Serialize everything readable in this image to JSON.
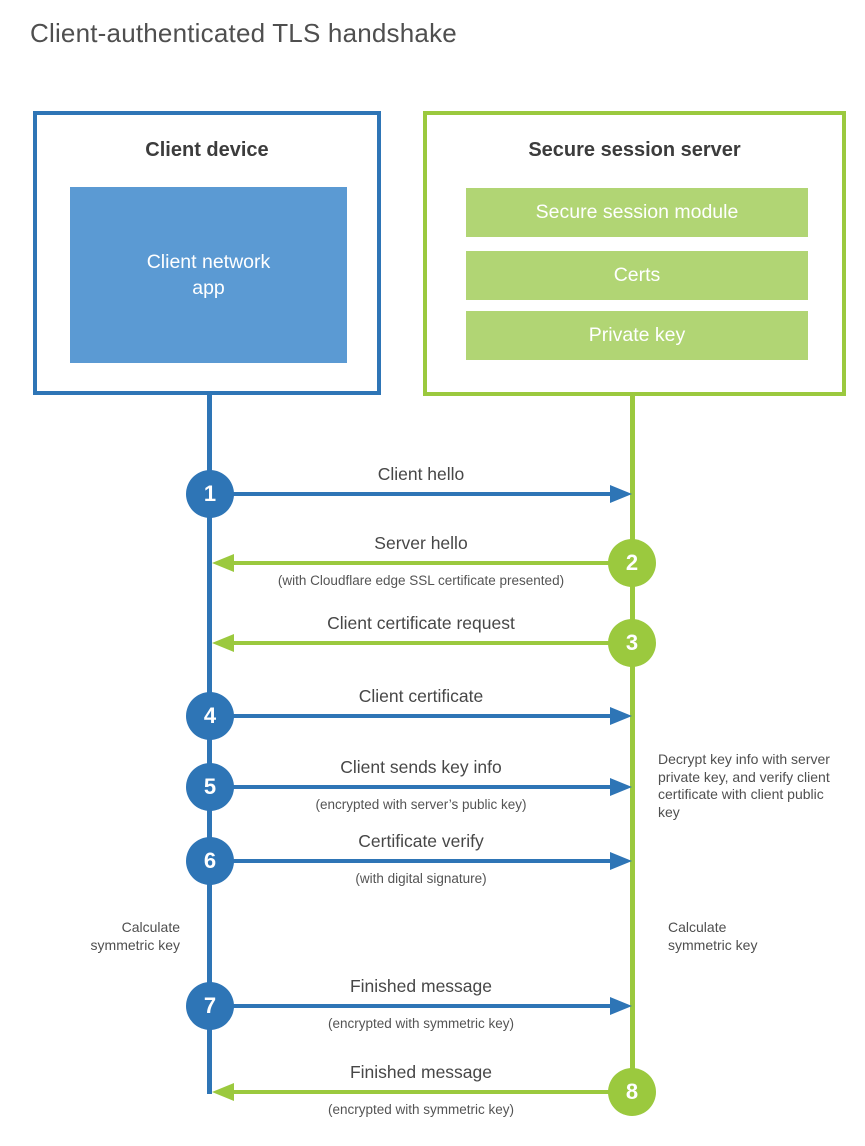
{
  "title": "Client-authenticated TLS handshake",
  "colors": {
    "blue": "#2e75b6",
    "blue_light": "#5b9ad3",
    "green": "#9bc93e",
    "green_light": "#b1d574"
  },
  "client_box": {
    "title": "Client device",
    "app_lines": [
      "Client network",
      "app"
    ]
  },
  "server_box": {
    "title": "Secure session server",
    "modules": [
      "Secure session module",
      "Certs",
      "Private key"
    ]
  },
  "steps": [
    {
      "num": "1",
      "actor": "client",
      "direction": "right",
      "label": "Client hello",
      "sub": ""
    },
    {
      "num": "2",
      "actor": "server",
      "direction": "left",
      "label": "Server hello",
      "sub": "(with Cloudflare edge SSL certificate presented)"
    },
    {
      "num": "3",
      "actor": "server",
      "direction": "left",
      "label": "Client certificate request",
      "sub": ""
    },
    {
      "num": "4",
      "actor": "client",
      "direction": "right",
      "label": "Client certificate",
      "sub": ""
    },
    {
      "num": "5",
      "actor": "client",
      "direction": "right",
      "label": "Client sends key info",
      "sub": "(encrypted with server’s public key)"
    },
    {
      "num": "6",
      "actor": "client",
      "direction": "right",
      "label": "Certificate verify",
      "sub": "(with digital signature)"
    },
    {
      "num": "7",
      "actor": "client",
      "direction": "right",
      "label": "Finished message",
      "sub": "(encrypted with symmetric key)"
    },
    {
      "num": "8",
      "actor": "server",
      "direction": "left",
      "label": "Finished message",
      "sub": "(encrypted with symmetric key)"
    }
  ],
  "notes": {
    "server_decrypt": "Decrypt key info with server private key, and verify client certificate with client public key",
    "client_calculate": "Calculate symmetric key",
    "server_calculate": "Calculate symmetric key"
  }
}
